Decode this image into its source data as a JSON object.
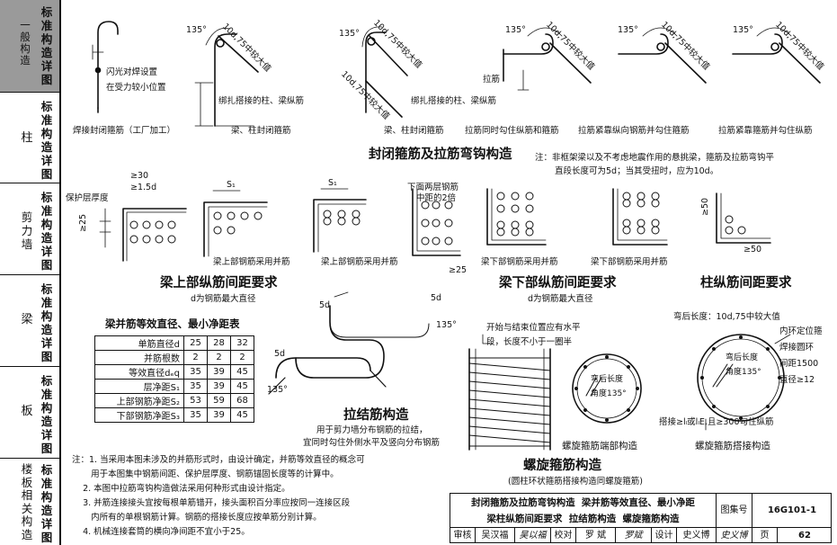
{
  "sidebar": {
    "tabs": [
      {
        "small": "一般构造",
        "big": "标准构造详图",
        "active": true
      },
      {
        "small": "柱",
        "big": "标准构造详图",
        "active": false
      },
      {
        "small": "剪力墙",
        "big": "标准构造详图",
        "active": false
      },
      {
        "small": "梁",
        "big": "标准构造详图",
        "active": false
      },
      {
        "small": "板",
        "big": "标准构造详图",
        "active": false
      },
      {
        "small": "楼板相关构造",
        "big": "标准构造详图",
        "active": false
      }
    ]
  },
  "hooks": {
    "angle": "135°",
    "length": "10d,75中较大值",
    "welded_note_1": "闪光对焊设置",
    "welded_note_2": "在受力较小位置",
    "welded_caption": "焊接封闭箍筋（工厂加工）",
    "lap_label_1": "绑扎搭接的柱、梁纵筋",
    "lap_label_2": "梁、柱封闭箍筋",
    "tie_label": "拉筋",
    "caption_a": "拉筋同时勾住纵筋和箍筋",
    "caption_b": "拉筋紧靠纵向钢筋并勾住箍筋",
    "caption_c": "拉筋紧靠箍筋并勾住纵筋",
    "title": "封闭箍筋及拉筋弯钩构造",
    "note_1": "注：非框架梁以及不考虑地震作用的悬挑梁，箍筋及拉筋弯钩平",
    "note_2": "直段长度可为5d；当其受扭时，应为10d。"
  },
  "beam_top": {
    "dim_1": "≥30",
    "dim_2": "≥1.5d",
    "cover": "保护层厚度",
    "s1": "S₁",
    "dim_25": "≥25",
    "d": "d",
    "double_layer_1": "下面两层钢筋",
    "double_layer_2": "中距的2倍",
    "cap_a": "梁上部钢筋采用并筋",
    "cap_b": "梁上部钢筋采用并筋",
    "title": "梁上部纵筋间距要求",
    "sub": "d为钢筋最大直径"
  },
  "beam_bottom": {
    "cap_a": "梁下部钢筋采用并筋",
    "cap_b": "梁下部钢筋采用并筋",
    "title": "梁下部纵筋间距要求",
    "sub": "d为钢筋最大直径"
  },
  "column": {
    "dim_50a": "≥50",
    "dim_50b": "≥50",
    "title": "柱纵筋间距要求"
  },
  "spacing_table": {
    "title": "梁并筋等效直径、最小净距表",
    "rows": [
      {
        "label": "单筋直径d",
        "values": [
          "25",
          "28",
          "32"
        ]
      },
      {
        "label": "并筋根数",
        "values": [
          "2",
          "2",
          "2"
        ]
      },
      {
        "label": "等效直径dₑq",
        "values": [
          "35",
          "39",
          "45"
        ]
      },
      {
        "label": "层净距S₁",
        "values": [
          "35",
          "39",
          "45"
        ]
      },
      {
        "label": "上部钢筋净距S₂",
        "values": [
          "53",
          "59",
          "68"
        ]
      },
      {
        "label": "下部钢筋净距S₃",
        "values": [
          "35",
          "39",
          "45"
        ]
      }
    ]
  },
  "tie": {
    "dim_5d": "5d",
    "angle": "135°",
    "title": "拉结筋构造",
    "desc_1": "用于剪力墙分布钢筋的拉结，",
    "desc_2": "宜同时勾住外侧水平及竖向分布钢筋"
  },
  "spiral": {
    "start_note_1": "开始与结束位置应有水平",
    "start_note_2": "段，长度不小于一圈半",
    "end_len": "弯后长度",
    "end_angle": "角度135°",
    "end_cap": "螺旋箍筋端部构造",
    "lap_top": "弯后长度：10d,75中较大值",
    "lap_ring": "内环定位箍",
    "lap_weld": "焊接圆环",
    "lap_spacing": "间距1500",
    "lap_diam": "直径≥12",
    "lap_len": "弯后长度",
    "lap_angle": "角度135°",
    "lap_note": "搭接≥lₗ或lₗE,且≥300勾住纵筋",
    "lap_cap": "螺旋箍筋搭接构造",
    "title": "螺旋箍筋构造",
    "sub": "(圆柱环状箍筋搭接构造同螺旋箍筋)"
  },
  "notes": [
    "注：1. 当采用本图未涉及的并筋形式时，由设计确定，并筋等效直径的概念可",
    "       用于本图集中钢筋间距、保护层厚度、钢筋锚固长度等的计算中。",
    "    2. 本图中拉筋弯钩构造做法采用何种形式由设计指定。",
    "    3. 并筋连接接头宜按每根单筋错开，接头面积百分率应按同一连接区段",
    "       内所有的单根钢筋计算。钢筋的搭接长度应按单筋分别计算。",
    "    4. 机械连接套筒的横向净间距不宜小于25。"
  ],
  "title_block": {
    "line1": "封闭箍筋及拉筋弯钩构造  梁并筋等效直径、最小净距",
    "line2": "梁柱纵筋间距要求  拉结筋构造  螺旋箍筋构造",
    "atlas_label": "图集号",
    "atlas_value": "16G101-1",
    "review": "审核",
    "review_name": "吴汉福",
    "review_sig": "吴以福",
    "check": "校对",
    "check_name": "罗  斌",
    "check_sig": "罗斌",
    "design": "设计",
    "design_name": "史义博",
    "design_sig": "史义博",
    "page_label": "页",
    "page_value": "62"
  }
}
